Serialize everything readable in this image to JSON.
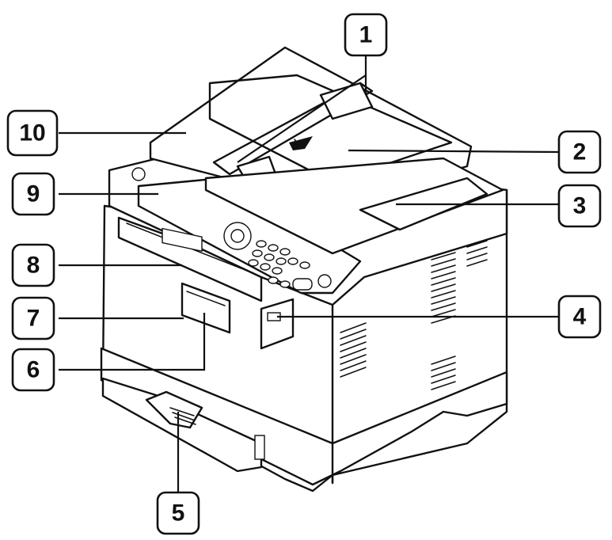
{
  "callouts": [
    {
      "id": "1",
      "label": "1"
    },
    {
      "id": "2",
      "label": "2"
    },
    {
      "id": "3",
      "label": "3"
    },
    {
      "id": "4",
      "label": "4"
    },
    {
      "id": "5",
      "label": "5"
    },
    {
      "id": "6",
      "label": "6"
    },
    {
      "id": "7",
      "label": "7"
    },
    {
      "id": "8",
      "label": "8"
    },
    {
      "id": "9",
      "label": "9"
    },
    {
      "id": "10",
      "label": "10"
    }
  ],
  "colors": {
    "line": "#111111",
    "background": "#ffffff"
  },
  "icons": [
    "printer-illustration",
    "paper-feed-icon"
  ]
}
